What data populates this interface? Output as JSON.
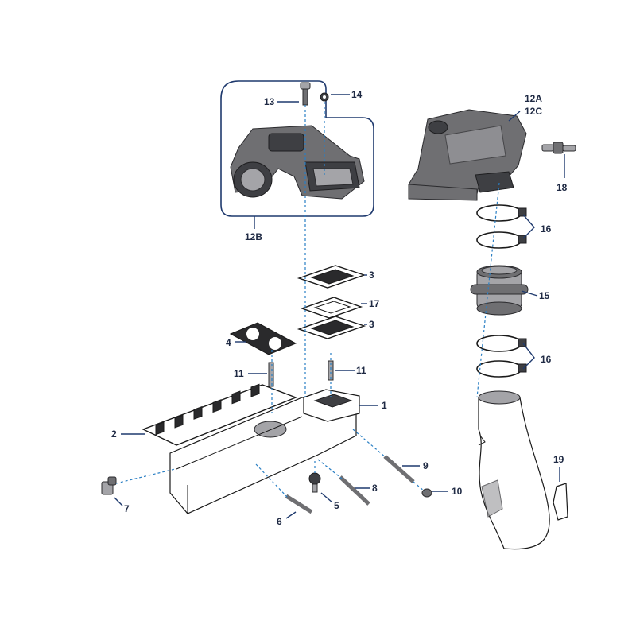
{
  "callouts": {
    "c1": "1",
    "c2": "2",
    "c3a": "3",
    "c3b": "3",
    "c4": "4",
    "c5": "5",
    "c6": "6",
    "c7": "7",
    "c8": "8",
    "c9": "9",
    "c10": "10",
    "c11a": "11",
    "c11b": "11",
    "c12a": "12A",
    "c12b": "12B",
    "c12c": "12C",
    "c13": "13",
    "c14": "14",
    "c15": "15",
    "c16a": "16",
    "c16b": "16",
    "c17": "17",
    "c18": "18",
    "c19": "19"
  },
  "colors": {
    "leader": "#1f3a6e",
    "dashed_axis": "#2a7fc4",
    "part_fill": "#6f6f72",
    "label_text": "#1f2a44"
  }
}
